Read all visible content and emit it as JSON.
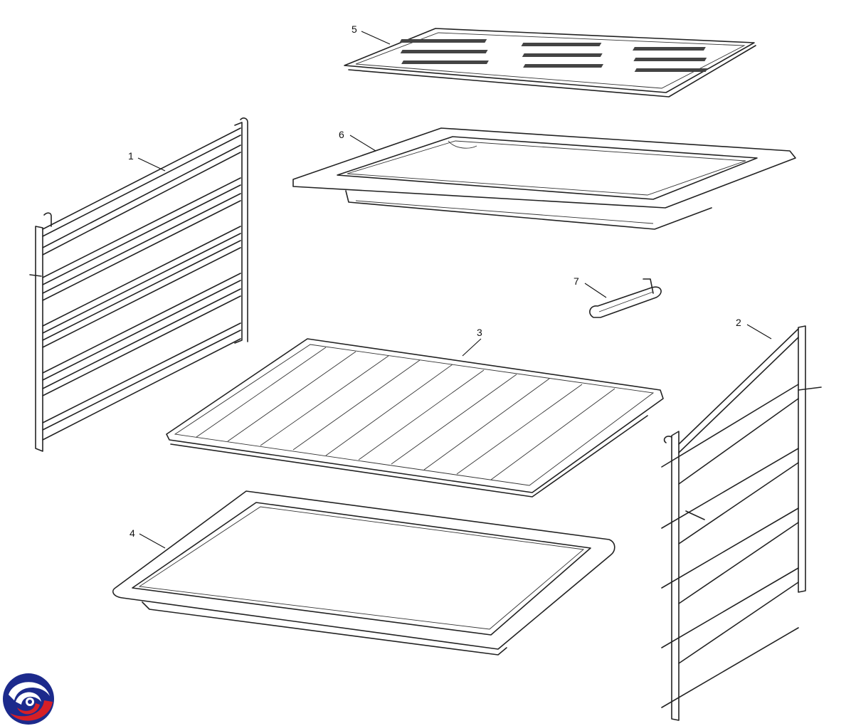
{
  "callouts": {
    "c1": "1",
    "c2": "2",
    "c3": "3",
    "c4": "4",
    "c5": "5",
    "c6": "6",
    "c7": "7"
  },
  "colors": {
    "line": "#222222",
    "logo_blue": "#1c2a8c",
    "logo_red": "#d61f26"
  },
  "icons": {
    "brand_logo": "spiral-logo-icon"
  }
}
